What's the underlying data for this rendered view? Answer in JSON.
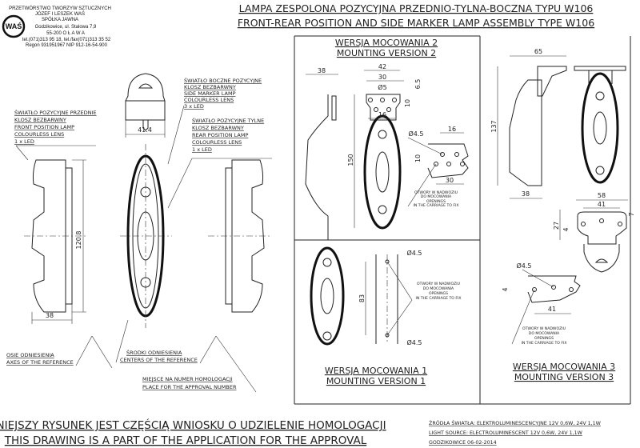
{
  "company": {
    "logo_text": "WAŚ",
    "lines": [
      "PRZETWÓRSTWO TWORZYW SZTUCZNYCH",
      "JÓZEF I LESZEK WAŚ",
      "SPÓŁKA JAWNA",
      "Godzikowice, ul. Stalowa 7,9",
      "55-200   O Ł A W A",
      "tel.(071)313 95 18, tel./fax(071)313 35 52",
      "Regon 931951967 NIP 912-16-54-900"
    ]
  },
  "title": {
    "pl": "LAMPA ZESPOLONA POZYCYJNA PRZEDNIO-TYLNA-BOCZNA TYPU W106",
    "en": "FRONT-REAR POSITION AND SIDE MARKER LAMP ASSEMBLY TYPE W106"
  },
  "labels": {
    "side": [
      "ŚWIATŁO BOCZNE POZYCYJNE",
      "KLOSZ BEZBARWNY",
      "SIDE MARKER LAMP",
      "COLOURLESS LENS",
      "3 x LED"
    ],
    "front": [
      "ŚWIATŁO POZYCYJNE PRZEDNIE",
      "KLOSZ BEZBARWNY",
      "FRONT POSITION LAMP",
      "COLOURLESS LENS",
      "1 x LED"
    ],
    "rear": [
      "ŚWIATŁO POZYCYJNE TYLNE",
      "KLOSZ BEZBARWNY",
      "REAR POSITION LAMP",
      "COLOURLESS LENS",
      "1 x LED"
    ],
    "axes": [
      "OSIE ODNIESIENIA",
      "AXES OF THE REFERENCE"
    ],
    "centers": [
      "ŚRODKI ODNIESIENIA",
      "CENTERS OF THE REFERENCE"
    ],
    "approval": [
      "MIEJSCE NA NUMER HOMOLOGACJI",
      "PLACE FOR THE APPROVAL NUMBER"
    ]
  },
  "main_dims": {
    "top_width": "41.4",
    "height": "120.8",
    "depth": "38"
  },
  "openings_note": [
    "OTWORY W NADWOZIU",
    "DO MOCOWANIA",
    "OPENINGS",
    "IN THE CARRIAGE TO FIX"
  ],
  "version2": {
    "title_pl": "WERSJA MOCOWANIA 2",
    "title_en": "MOUNTING VERSION 2",
    "dims": {
      "depth": "38",
      "width": "42",
      "hole_span": "30",
      "hole_dia": "Ø5",
      "top": "6.5",
      "row": "10",
      "lower_span": "16",
      "height": "150",
      "open_dia": "Ø4.5",
      "open_16": "16",
      "open_10": "10",
      "open_30": "30"
    }
  },
  "version1": {
    "title_pl": "WERSJA MOCOWANIA 1",
    "title_en": "MOUNTING VERSION 1",
    "dims": {
      "spacing": "83",
      "hole_top": "Ø4.5",
      "hole_bottom": "Ø4.5"
    }
  },
  "version3": {
    "title_pl": "WERSJA MOCOWANIA 3",
    "title_en": "MOUNTING VERSION 3",
    "dims": {
      "depth": "65",
      "height": "137",
      "base": "38",
      "bracket_w": "58",
      "bracket_holes": "41",
      "bracket_h": "27",
      "hole_off": "4",
      "top_off": "7",
      "open_dia": "Ø4.5",
      "open_4": "4",
      "open_41": "41"
    }
  },
  "footer": {
    "pl": "NINIEJSZY RYSUNEK JEST CZĘŚCIĄ WNIOSKU O  UDZIELENIE  HOMOLOGACJI",
    "en": "THIS DRAWING IS A PART OF THE APPLICATION FOR THE APPROVAL",
    "source_pl": "ŹRÓDŁA ŚWIATŁA: ELEKTROLUMINESCENCYJNE  12V  0,6W, 24V  1,1W",
    "source_en": "LIGHT SOURCE: ELECTROLUMINESCENT  12V  0,6W, 24V  1,1W",
    "date": "GODZIKOWICE 06-02-2014"
  }
}
